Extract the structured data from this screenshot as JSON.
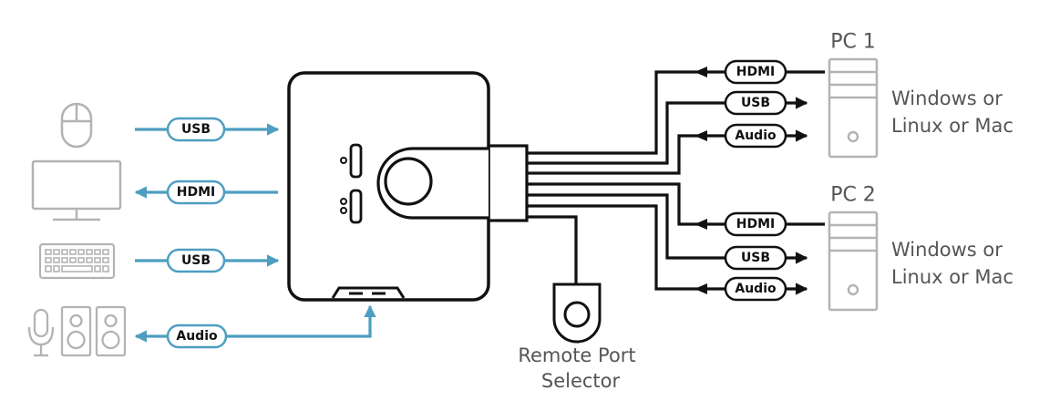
{
  "colors": {
    "blue": "#4e9ec1",
    "black": "#111111",
    "gray_icon": "#b3b3b3",
    "caption": "#555555"
  },
  "console_side": {
    "mouse": {
      "icon": "mouse-icon",
      "label": "USB",
      "direction": "to-switch"
    },
    "monitor": {
      "icon": "monitor-icon",
      "label": "HDMI",
      "direction": "from-switch"
    },
    "keyboard": {
      "icon": "keyboard-icon",
      "label": "USB",
      "direction": "to-switch"
    },
    "audio": {
      "icon": "microphone-speakers-icon",
      "label": "Audio",
      "direction": "bidirectional"
    }
  },
  "switch": {
    "icon": "kvm-switch-icon"
  },
  "remote": {
    "icon": "remote-port-selector-icon",
    "caption_line1": "Remote Port",
    "caption_line2": "Selector"
  },
  "pcs": [
    {
      "title": "PC 1",
      "os_line1": "Windows or",
      "os_line2": "Linux or Mac",
      "cables": [
        {
          "label": "HDMI",
          "direction": "to-switch"
        },
        {
          "label": "USB",
          "direction": "to-pc"
        },
        {
          "label": "Audio",
          "direction": "bidirectional"
        }
      ]
    },
    {
      "title": "PC 2",
      "os_line1": "Windows or",
      "os_line2": "Linux or Mac",
      "cables": [
        {
          "label": "HDMI",
          "direction": "to-switch"
        },
        {
          "label": "USB",
          "direction": "to-pc"
        },
        {
          "label": "Audio",
          "direction": "bidirectional"
        }
      ]
    }
  ]
}
